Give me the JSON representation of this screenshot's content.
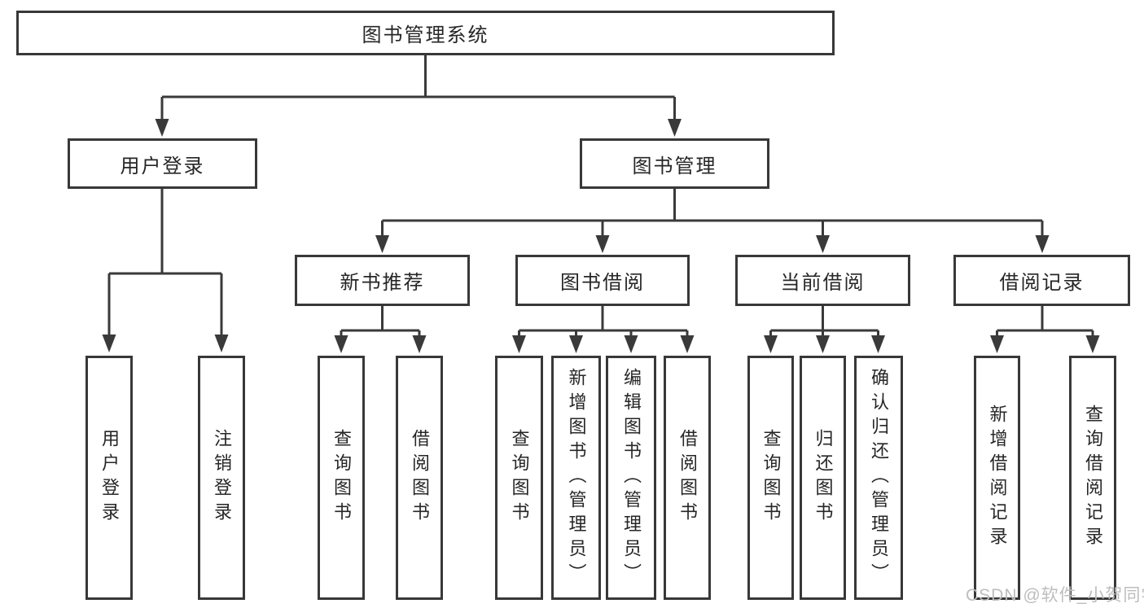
{
  "diagram": {
    "title": "图书管理系统",
    "watermark": "CSDN @软件_小贺同学",
    "colors": {
      "line": "#3a3a3a",
      "box_border": "#383838",
      "text": "#262626",
      "watermark": "#bdbdbd",
      "background": "#ffffff"
    },
    "tree": {
      "label": "图书管理系统",
      "children": [
        {
          "label": "用户登录",
          "children": [
            {
              "label": "用户登录"
            },
            {
              "label": "注销登录"
            }
          ]
        },
        {
          "label": "图书管理",
          "children": [
            {
              "label": "新书推荐",
              "children": [
                {
                  "label": "查询图书"
                },
                {
                  "label": "借阅图书"
                }
              ]
            },
            {
              "label": "图书借阅",
              "children": [
                {
                  "label": "查询图书"
                },
                {
                  "label": "新增图书（管理员）"
                },
                {
                  "label": "编辑图书（管理员）"
                },
                {
                  "label": "借阅图书"
                }
              ]
            },
            {
              "label": "当前借阅",
              "children": [
                {
                  "label": "查询图书"
                },
                {
                  "label": "归还图书"
                },
                {
                  "label": "确认归还（管理员）"
                }
              ]
            },
            {
              "label": "借阅记录",
              "children": [
                {
                  "label": "新增借阅记录"
                },
                {
                  "label": "查询借阅记录"
                }
              ]
            }
          ]
        }
      ]
    }
  }
}
